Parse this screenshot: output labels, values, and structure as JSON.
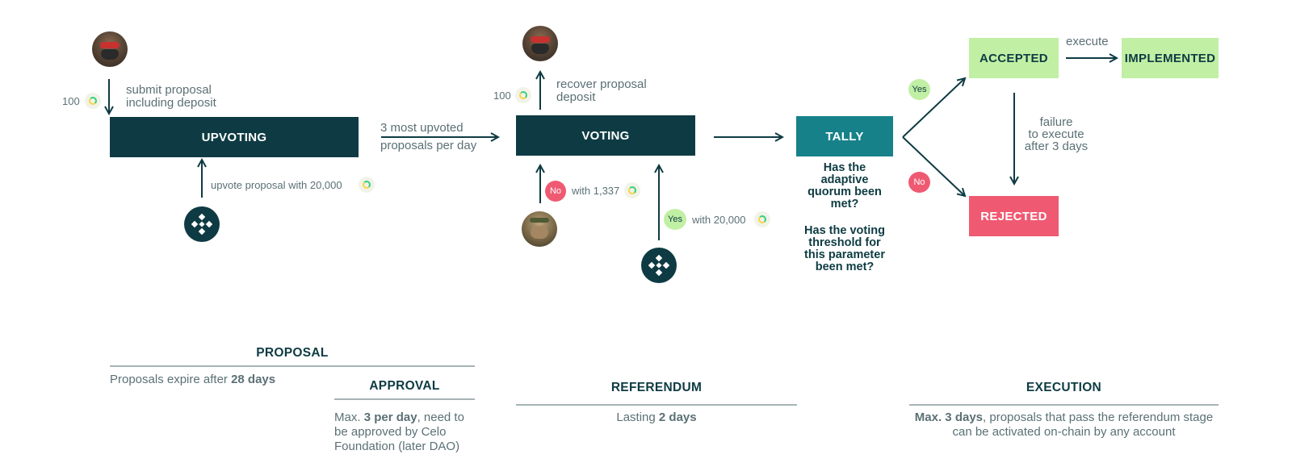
{
  "boxes": {
    "upvoting": "UPVOTING",
    "voting": "VOTING",
    "tally": "TALLY",
    "accepted": "ACCEPTED",
    "implemented": "IMPLEMENTED",
    "rejected": "REJECTED"
  },
  "labels": {
    "submit_line1": "submit proposal",
    "submit_line2": "including deposit",
    "submit_amount": "100",
    "upvote": "upvote proposal with 20,000",
    "most_upvoted_line1": "3 most upvoted",
    "most_upvoted_line2": "proposals per day",
    "recover_line1": "recover proposal",
    "recover_line2": "deposit",
    "recover_amount": "100",
    "no_vote": "with 1,337",
    "yes_vote": "with 20,000",
    "execute": "execute",
    "failure_line1": "failure",
    "failure_line2": "to execute",
    "failure_line3": "after 3 days"
  },
  "pills": {
    "yes": "Yes",
    "no": "No"
  },
  "tally_questions": {
    "q1_lines": [
      "Has the",
      "adaptive",
      "quorum been",
      "met?"
    ],
    "q2_lines": [
      "Has the voting",
      "threshold for",
      "this parameter",
      "been met?"
    ]
  },
  "sections": {
    "proposal": {
      "title": "PROPOSAL",
      "desc_pre": "Proposals expire after ",
      "desc_bold": "28 days",
      "desc_post": ""
    },
    "approval": {
      "title": "APPROVAL",
      "desc_pre": "Max. ",
      "desc_bold": "3 per day",
      "desc_post": ", need to be approved by Celo Foundation (later DAO)"
    },
    "referendum": {
      "title": "REFERENDUM",
      "desc_pre": "Lasting ",
      "desc_bold": "2 days",
      "desc_post": ""
    },
    "execution": {
      "title": "EXECUTION",
      "desc_pre": "",
      "desc_bold": "Max. 3 days",
      "desc_post": ", proposals that pass the referendum stage can be activated on-chain by any account"
    }
  },
  "colors": {
    "dark": "#0e3b43",
    "teal": "#17818a",
    "green": "#c1efa4",
    "red": "#ef5a72",
    "text_muted": "#5b7075"
  },
  "icons": {
    "coin": "celo-coin-icon",
    "logo": "validator-logo-icon",
    "avatar": "user-avatar-icon"
  }
}
